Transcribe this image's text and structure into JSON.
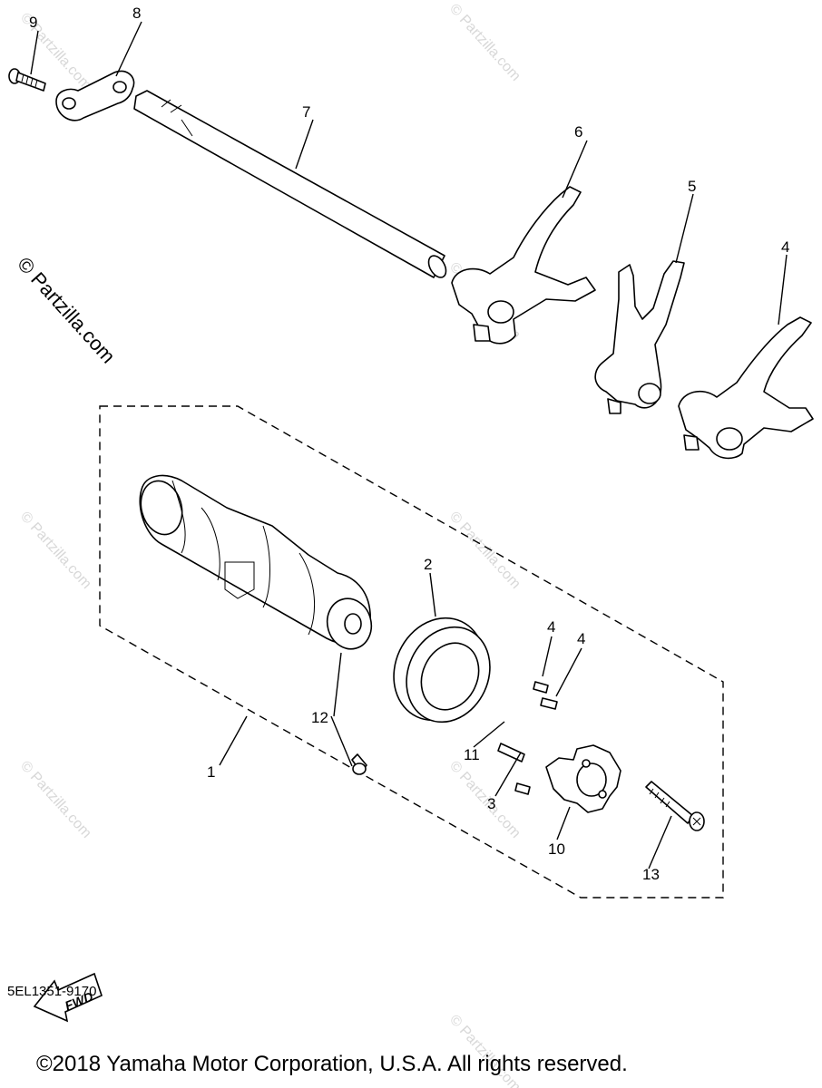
{
  "watermark": "© Partzilla.com",
  "diagram_code": "5EL1351-9170",
  "copyright": "©2018 Yamaha Motor Corporation, U.S.A. All rights reserved.",
  "fwd_label": "FWD",
  "callouts": [
    "1",
    "2",
    "3",
    "4",
    "4",
    "4",
    "5",
    "6",
    "7",
    "8",
    "9",
    "10",
    "11",
    "12",
    "13"
  ]
}
